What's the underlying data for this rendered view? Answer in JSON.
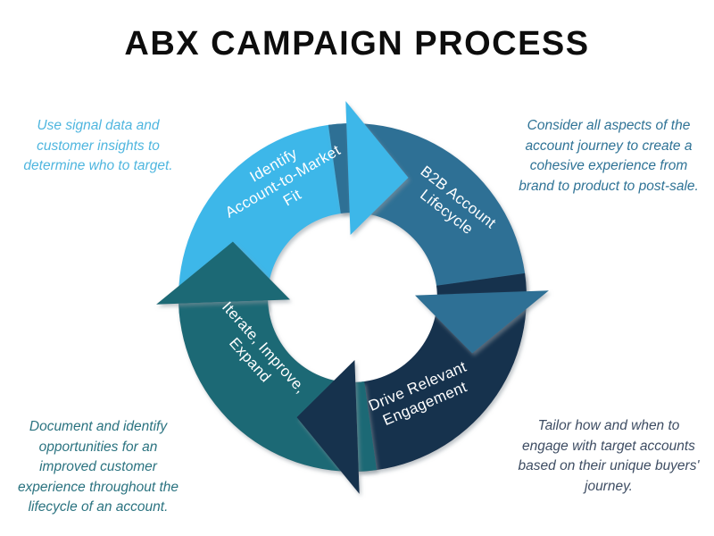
{
  "title": "ABX CAMPAIGN PROCESS",
  "title_color": "#0d0d0d",
  "cycle": {
    "segments": [
      {
        "id": "identify-account-to-market-fit",
        "label_lines": [
          "Identify",
          "Account-to-Market",
          "Fit"
        ],
        "color": "#3db7e9"
      },
      {
        "id": "b2b-account-lifecycle",
        "label_lines": [
          "B2B Account",
          "Lifecycle"
        ],
        "color": "#2d7095"
      },
      {
        "id": "drive-relevant-engagement",
        "label_lines": [
          "Drive Relevant",
          "Engagement"
        ],
        "color": "#16304e"
      },
      {
        "id": "iterate-improve-expand",
        "label_lines": [
          "Iterate, Improve,",
          "Expand"
        ],
        "color": "#1f6974"
      }
    ]
  },
  "notes": {
    "top_left": {
      "text": "Use signal data and customer insights to determine who to target.",
      "color": "#4fb6df"
    },
    "top_right": {
      "text": "Consider all aspects of the account journey to create a cohesive experience from brand to product to post-sale.",
      "color": "#2f7396"
    },
    "bottom_left": {
      "text": "Document and identify opportunities for an improved customer experience throughout the lifecycle of an account.",
      "color": "#2b7380"
    },
    "bottom_right": {
      "text": "Tailor how and when to engage with target accounts based on their unique buyers' journey.",
      "color": "#3e4d63"
    }
  }
}
